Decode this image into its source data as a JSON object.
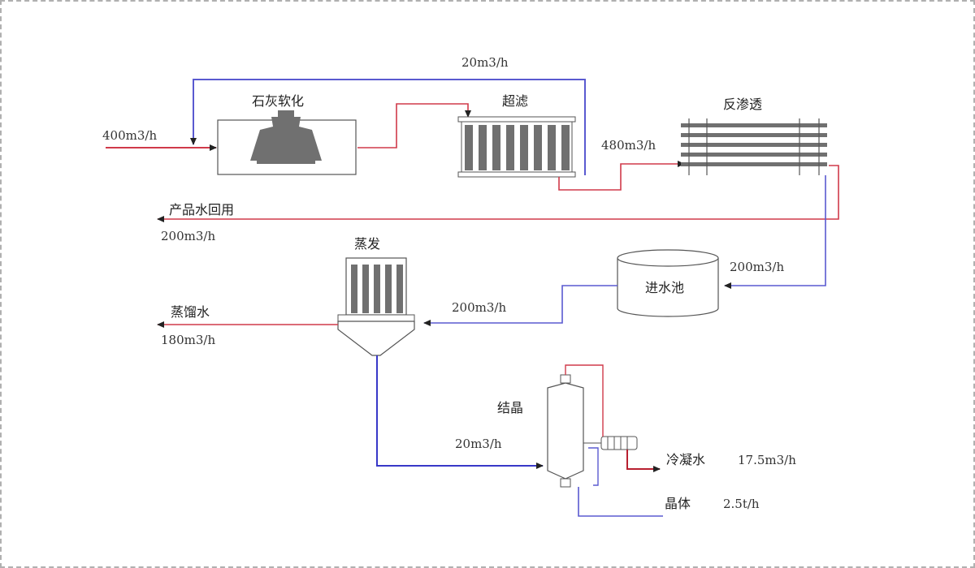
{
  "colors": {
    "blue_line": "#5a5ad0",
    "red_line": "#d03a4a",
    "equipment_fill": "#707070",
    "outline": "#555555"
  },
  "labels": {
    "recycle_flow": "20m3/h",
    "lime_softening": "石灰软化",
    "inlet_flow": "400m3/h",
    "filtration": "超滤",
    "reverse_osmosis": "反渗透",
    "ro_feed_flow": "480m3/h",
    "product_water_reuse": "产品水回用",
    "product_water_flow": "200m3/h",
    "evaporation": "蒸发",
    "feed_tank_flow": "200m3/h",
    "feed_tank": "进水池",
    "evap_feed_flow": "200m3/h",
    "distilled_water": "蒸馏水",
    "distilled_flow": "180m3/h",
    "crystallization": "结晶",
    "crystal_feed_flow": "20m3/h",
    "condensate": "冷凝水",
    "condensate_flow": "17.5m3/h",
    "crystals": "晶体",
    "crystals_amount": "2.5t/h"
  }
}
